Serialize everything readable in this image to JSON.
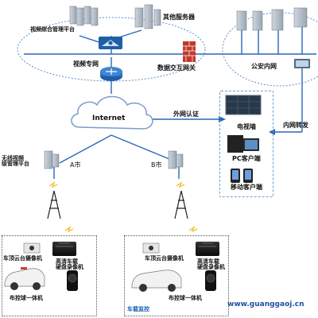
{
  "colors": {
    "link_line": "#2b66b8",
    "ellipse_stroke": "#5a8fcf",
    "internet_cloud": "#ffffff",
    "wireless_signal": "#f4c542",
    "firewall_red": "#c0392b",
    "router_blue": "#1f5fa8",
    "watermark": "#1f4fa0"
  },
  "labels": {
    "video_platform": "视频综合管理平台",
    "other_servers": "其他服务器",
    "video_network": "视频专网",
    "data_gateway": "数据交互网关",
    "police_network": "公安内网",
    "internet": "Internet",
    "external_auth": "外网认证",
    "internal_forward": "内网转发",
    "video_wall": "电视墙",
    "pc_client": "PC客户端",
    "mobile_client": "移动客户端",
    "wireless_platform": "无线视频\n级管理平台",
    "city_a": "A市",
    "city_b": "B市",
    "left_ptz_camera": "车顶云台摄像机",
    "left_dvr": "高清车载\n硬盘录像机",
    "left_dome": "布控球一体机",
    "right_ptz_camera": "车顶云台摄像机",
    "right_dvr": "高清车载\n硬盘录像机",
    "right_dome": "布控球一体机",
    "vehicle_monitor": "车载监控",
    "watermark": "www.guanggaoj.cn"
  },
  "icons": {
    "server": "server-icon",
    "switch": "core-switch-icon",
    "router": "router-icon",
    "firewall": "firewall-icon",
    "cloud": "internet-cloud-icon",
    "tower": "signal-tower-icon",
    "car": "police-car-icon",
    "dvr": "dvr-icon",
    "camera": "ptz-camera-icon",
    "tv": "video-wall-icon",
    "pc": "pc-icon",
    "phone": "mobile-phone-icon"
  }
}
